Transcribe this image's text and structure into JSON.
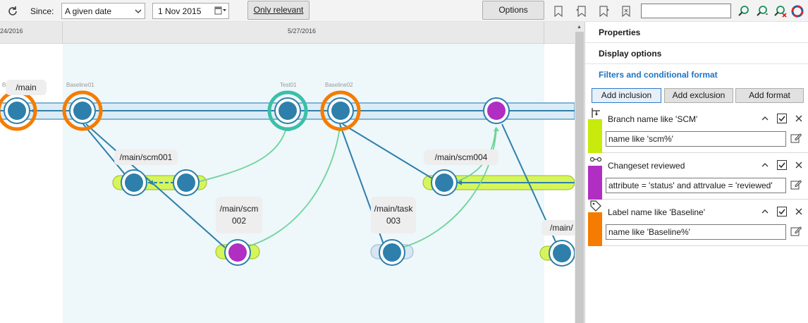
{
  "toolbar": {
    "since_label": "Since:",
    "mode_value": "A given date",
    "date_value": "1 Nov 2015",
    "only_relevant_label": "Only relevant",
    "options_label": "Options",
    "search_value": ""
  },
  "graph": {
    "date_left": "24/2016",
    "date_center": "5/27/2016",
    "branches": {
      "main": "/main",
      "scm001": "/main/scm001",
      "scm002_line1": "/main/scm",
      "scm002_line2": "002",
      "task003_line1": "/main/task",
      "task003_line2": "003",
      "scm004": "/main/scm004",
      "partial": "/main/"
    },
    "changeset_labels": {
      "cut_left": "B",
      "baseline01": "Baseline01",
      "test01": "Test01",
      "baseline02": "Baseline02"
    }
  },
  "panel": {
    "properties": "Properties",
    "display_options": "Display options",
    "filters": "Filters and conditional format",
    "add_inclusion": "Add inclusion",
    "add_exclusion": "Add exclusion",
    "add_format": "Add format",
    "filters_list": [
      {
        "title": "Branch name like 'SCM'",
        "condition": "name like 'scm%'",
        "color": "#c8ea0c"
      },
      {
        "title": "Changeset reviewed",
        "condition": "attribute = 'status' and attrvalue = 'reviewed'",
        "color": "#b02ec2"
      },
      {
        "title": "Label name like 'Baseline'",
        "condition": "name like 'Baseline%'",
        "color": "#f57c00"
      }
    ]
  },
  "colors": {
    "node_blue": "#2e7fab",
    "label_orange": "#f57c00",
    "test_teal": "#3bbfa7",
    "reviewed_purple": "#b02ec2",
    "scm_green": "#d6f55a",
    "accent_link": "#1d74c4"
  }
}
